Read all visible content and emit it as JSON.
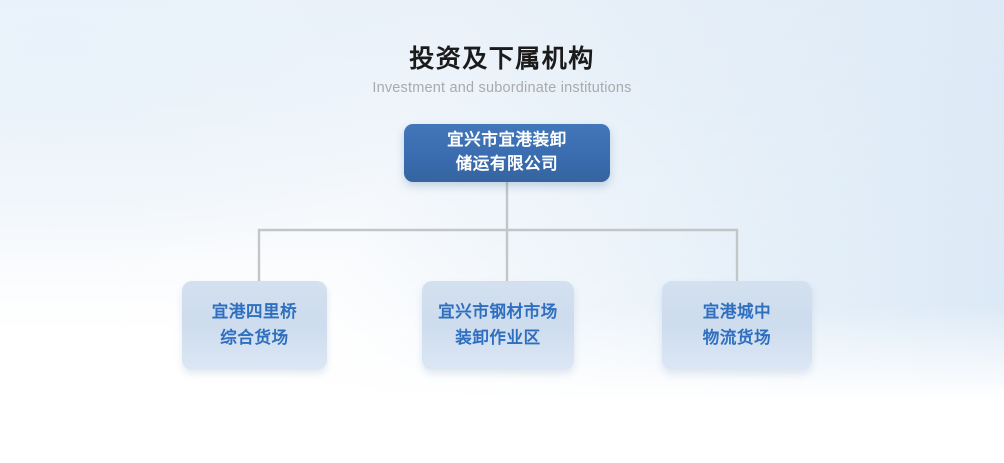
{
  "header": {
    "title_cn": "投资及下属机构",
    "title_en": "Investment and subordinate institutions"
  },
  "colors": {
    "root_fill": "#3a6cb0",
    "root_text": "#ffffff",
    "child_fill": "#cddcee",
    "child_text": "#2f6fc0",
    "connector": "#c3c6c9",
    "title_text": "#1b1b1b",
    "subtitle_text": "#a8aaad",
    "background_tint": "#e3eef8"
  },
  "chart_data": {
    "type": "org-chart",
    "title": "投资及下属机构",
    "subtitle": "Investment and subordinate institutions",
    "root": {
      "id": "root",
      "label": "宜兴市宜港装卸\n储运有限公司",
      "line1": "宜兴市宜港装卸",
      "line2": "储运有限公司"
    },
    "children": [
      {
        "id": "child-0",
        "line1": "宜港四里桥",
        "line2": "综合货场",
        "label": "宜港四里桥综合货场"
      },
      {
        "id": "child-1",
        "line1": "宜兴市钢材市场",
        "line2": "装卸作业区",
        "label": "宜兴市钢材市场装卸作业区"
      },
      {
        "id": "child-2",
        "line1": "宜港城中",
        "line2": "物流货场",
        "label": "宜港城中物流货场"
      }
    ],
    "edges": [
      {
        "from": "root",
        "to": "child-0"
      },
      {
        "from": "root",
        "to": "child-1"
      },
      {
        "from": "root",
        "to": "child-2"
      }
    ],
    "layout": {
      "orientation": "top-down",
      "levels": 2,
      "child_count": 3
    }
  }
}
